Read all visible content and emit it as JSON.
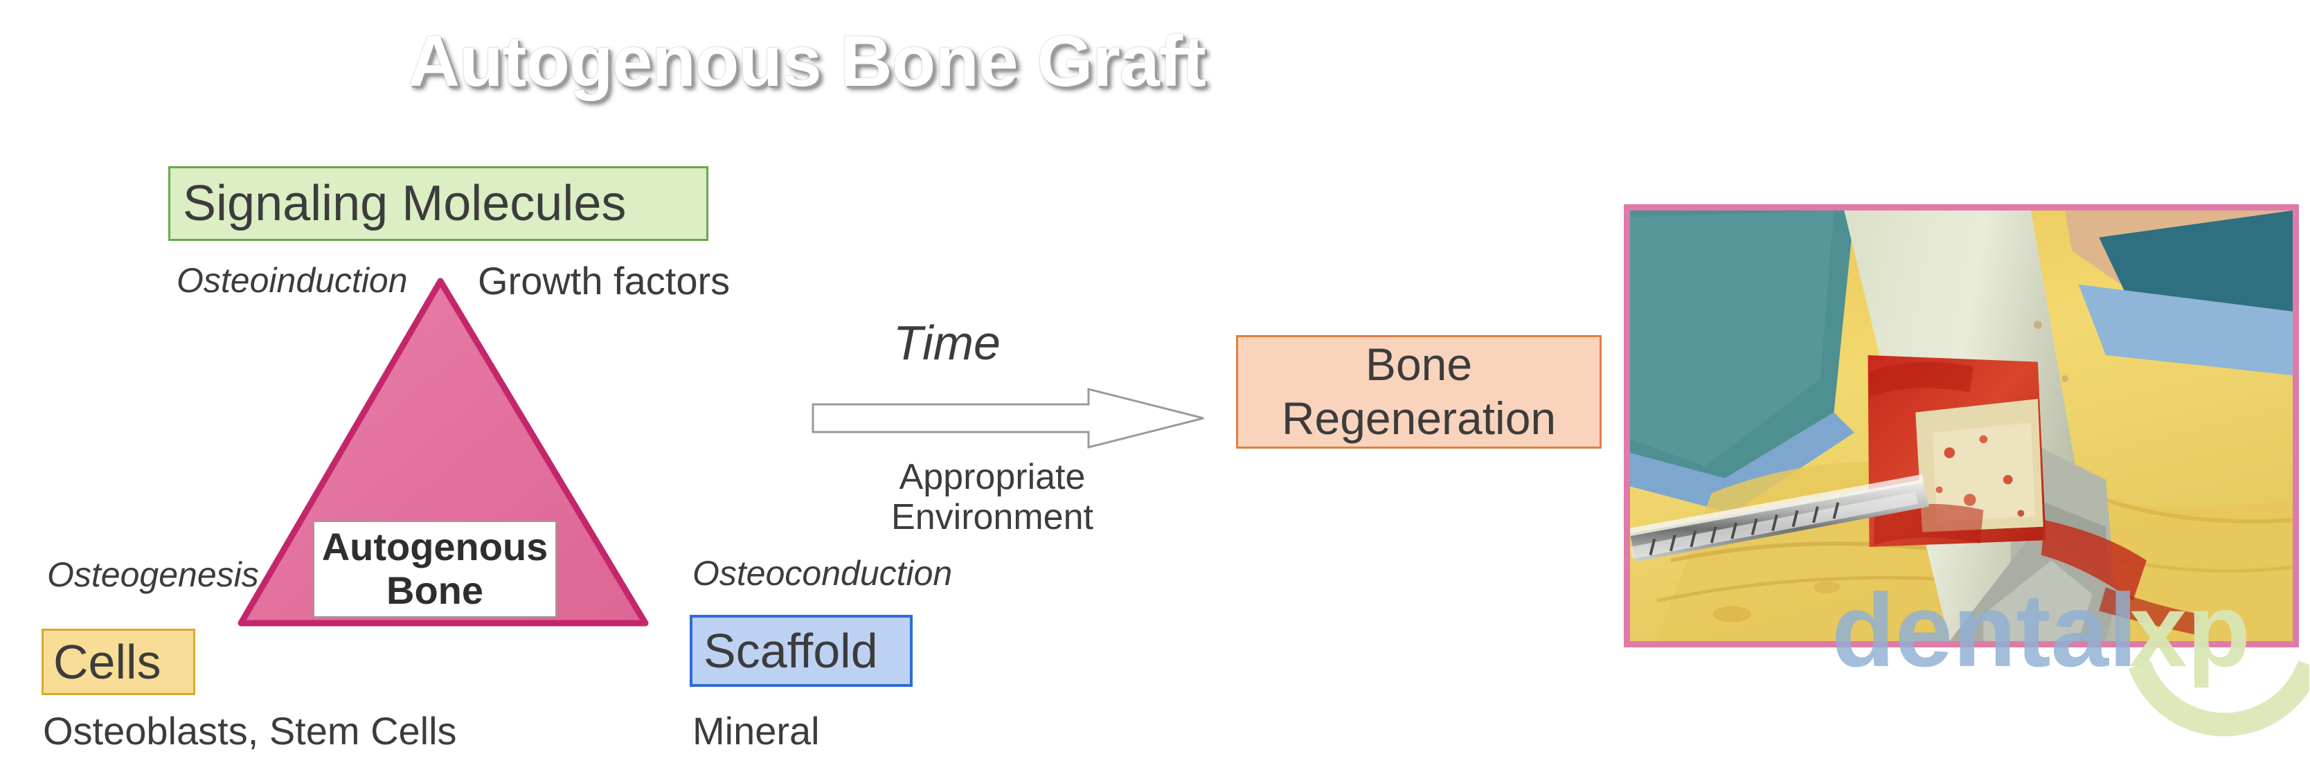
{
  "title": "Autogenous Bone Graft",
  "triad": {
    "signaling": {
      "label": "Signaling Molecules",
      "mechanism": "Osteoinduction",
      "example": "Growth factors",
      "fill": "#dbeec4",
      "border": "#6aa84f"
    },
    "cells": {
      "label": "Cells",
      "mechanism": "Osteogenesis",
      "example": "Osteoblasts, Stem Cells",
      "fill": "#f7dd95",
      "border": "#d6ab2f"
    },
    "scaffold": {
      "label": "Scaffold",
      "mechanism": "Osteoconduction",
      "example": "Mineral",
      "fill": "#bdd2f2",
      "border": "#2f6bd8"
    }
  },
  "triangle": {
    "center_label_line1": "Autogenous",
    "center_label_line2": "Bone",
    "fill": "#e2709d",
    "border": "#c4266b"
  },
  "process": {
    "time_label": "Time",
    "condition_line1": "Appropriate",
    "condition_line2": "Environment",
    "arrow_icon": "right-arrow-icon",
    "arrow_stroke": "#9a9a9a"
  },
  "outcome": {
    "line1": "Bone",
    "line2": "Regeneration",
    "fill": "#f9d3bc",
    "border": "#e07f3f"
  },
  "photo": {
    "caption": "",
    "border_color": "#e07aa8",
    "description_icon": "surgical-photo-icon"
  },
  "watermark": {
    "text_primary": "dental",
    "text_secondary": "xp",
    "primary_color": "#8fb0d4",
    "secondary_color": "#d9e7b4"
  }
}
